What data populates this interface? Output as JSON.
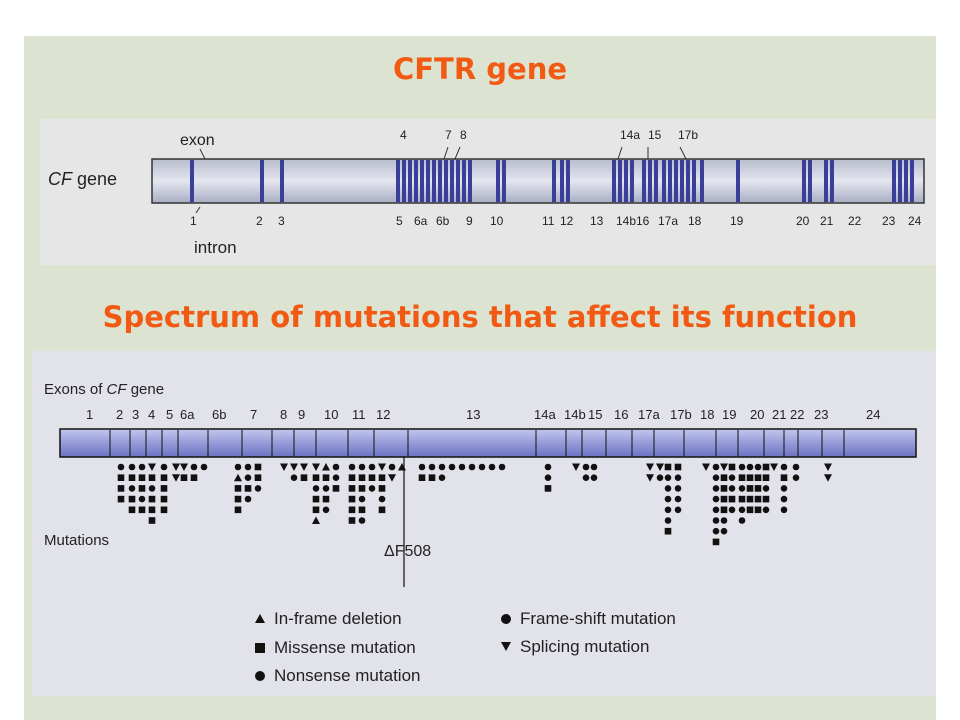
{
  "titles": {
    "main": "CFTR gene",
    "sub": "Spectrum of mutations that affect its function"
  },
  "gene_map": {
    "exon_label": "exon",
    "gene_label_italic": "CF",
    "gene_label_rest": " gene",
    "intron_label": "intron",
    "top_labels": [
      "4",
      "7",
      "8",
      "14a",
      "15",
      "17b"
    ],
    "bottom_labels": [
      "1",
      "2",
      "3",
      "5",
      "6a",
      "6b",
      "9",
      "10",
      "11",
      "12",
      "13",
      "14b",
      "16",
      "17a",
      "18",
      "19",
      "20",
      "21",
      "22",
      "23",
      "24"
    ]
  },
  "mutation_map": {
    "header_pre": "Exons of ",
    "header_italic": "CF",
    "header_post": " gene",
    "exon_labels": [
      "1",
      "2",
      "3",
      "4",
      "5",
      "6a",
      "6b",
      "7",
      "8",
      "9",
      "10",
      "11",
      "12",
      "13",
      "14a",
      "14b",
      "15",
      "16",
      "17a",
      "17b",
      "18",
      "19",
      "20",
      "21",
      "22",
      "23",
      "24"
    ],
    "mutations_label": "Mutations",
    "delta_f508": "ΔF508"
  },
  "legend": [
    {
      "symbol": "▲",
      "label": "In-frame deletion"
    },
    {
      "symbol": "■",
      "label": "Missense mutation"
    },
    {
      "symbol": "●",
      "label": "Nonsense mutation"
    },
    {
      "symbol": "●",
      "label": "Frame-shift mutation"
    },
    {
      "symbol": "▼",
      "label": "Splicing mutation"
    }
  ],
  "colors": {
    "title": "#f25a14",
    "bar_fill": "#8890d0",
    "exon_stripe": "#3a3f9a",
    "slide_bg": "#dde3d1"
  }
}
